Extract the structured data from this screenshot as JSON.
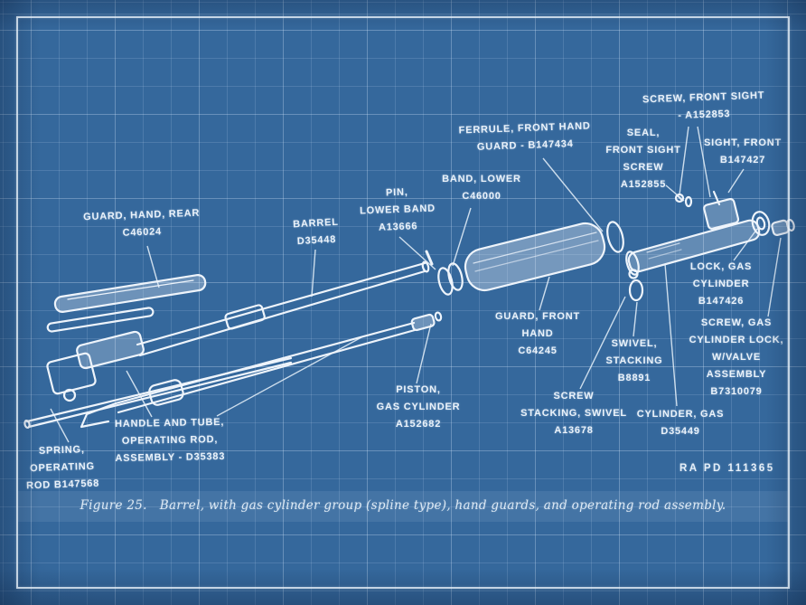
{
  "colors": {
    "paper_blue": "#35689c",
    "ink_white": "#eef4fb",
    "grid_line": "#c4dbf2",
    "frame_line": "#eef6fd"
  },
  "diagram": {
    "plate_id": "RA PD 111365",
    "caption": {
      "figure_label": "Figure 25.",
      "text": "Barrel, with gas cylinder group (spline type), hand guards, and operating rod assembly."
    },
    "labels": [
      {
        "text": "GUARD, HAND, REAR\nC46024"
      },
      {
        "text": "BARREL\nD35448"
      },
      {
        "text": "PIN,\nLOWER BAND\nA13666"
      },
      {
        "text": "BAND, LOWER\nC46000"
      },
      {
        "text": "FERRULE, FRONT HAND\nGUARD - B147434"
      },
      {
        "text": "SCREW, FRONT SIGHT\n- A152853"
      },
      {
        "text": "SEAL,\nFRONT SIGHT\nSCREW\nA152855"
      },
      {
        "text": "SIGHT, FRONT\nB147427"
      },
      {
        "text": "LOCK, GAS\nCYLINDER\nB147426"
      },
      {
        "text": "SCREW, GAS\nCYLINDER LOCK,\nW/VALVE\nASSEMBLY\nB7310079"
      },
      {
        "text": "GUARD, FRONT\nHAND\nC64245"
      },
      {
        "text": "SWIVEL,\nSTACKING\nB8891"
      },
      {
        "text": "SCREW\nSTACKING, SWIVEL\nA13678"
      },
      {
        "text": "CYLINDER, GAS\nD35449"
      },
      {
        "text": "PISTON,\nGAS CYLINDER\nA152682"
      },
      {
        "text": "SPRING,\nOPERATING\nROD B147568"
      },
      {
        "text": "HANDLE AND TUBE,\nOPERATING ROD,\nASSEMBLY - D35383"
      }
    ]
  }
}
